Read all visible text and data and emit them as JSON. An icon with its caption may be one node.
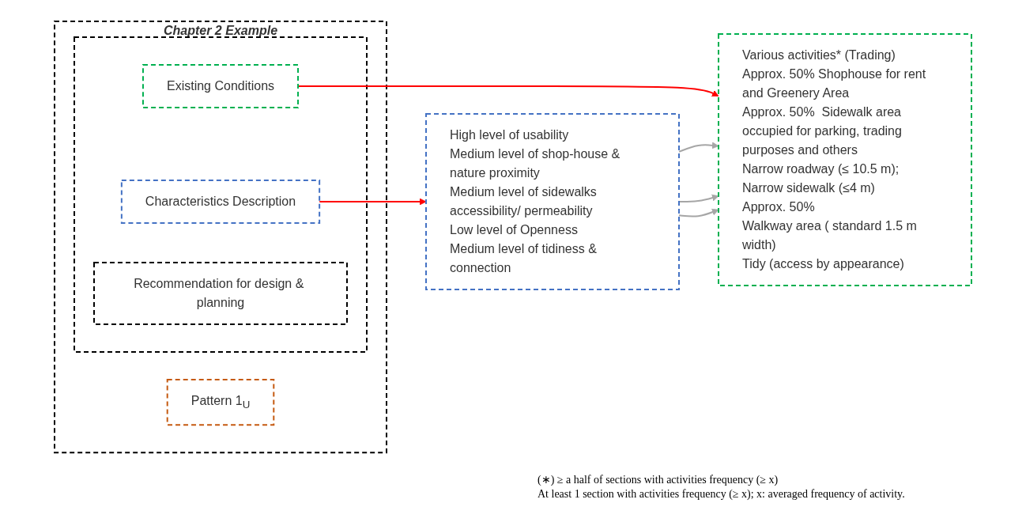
{
  "diagram": {
    "nodes": [
      {
        "text": [
          "Chapter 2 Example"
        ]
      },
      {
        "text": [
          "Pattern 1$_{U}$"
        ],
        "in": 0
      },
      {
        "text": [],
        "shape": "box",
        "in": 0
      },
      {
        "text": [
          "Characteristics Description"
        ],
        "in": 2
      },
      {
        "text": [
          "Existing Conditions"
        ],
        "in": 2
      },
      {
        "text": [
          "Recommendation for design & planning"
        ],
        "in": 2
      },
      {
        "text": [
          "High level of usability",
          "Medium level of shop-house & nature proximity",
          "Medium level of sidewalks accessibility/ permeability",
          "Low level of Openness",
          "Medium level of tidiness & connection"
        ]
      },
      {
        "text": [
          "Various activities* (Trading)",
          "Approx. 50% Shophouse for rent and Greenery Area",
          "Approx. 50%  Sidewalk area occupied for parking, trading purposes and others",
          "Narrow roadway (≤ 10.5 m);",
          "Narrow sidewalk (≤4 m)",
          "Approx. 50%",
          "Walkway area ( standard 1.5 m width)",
          "Tidy (access by appearance)"
        ]
      }
    ],
    "edges": [
      {
        "from": 4,
        "to": 7,
        "arrow": "to",
        "color": "#ff0000"
      },
      {
        "from": 3,
        "to": 6,
        "arrow": "to",
        "color": "#ff0000"
      },
      {
        "from": 6,
        "to": 7,
        "arrow": "to",
        "color": "#a6a6a6"
      },
      {
        "from": 6,
        "to": 7,
        "arrow": "to",
        "color": "#a6a6a6"
      },
      {
        "from": 6,
        "to": 7,
        "arrow": "to",
        "color": "#a6a6a6"
      }
    ],
    "labels": [
      "(∗) ≥   a half of sections with activities frequency (≥ x)",
      "At least 1 section with activities frequency (≥ x);  x: averaged frequency  of activity."
    ]
  }
}
